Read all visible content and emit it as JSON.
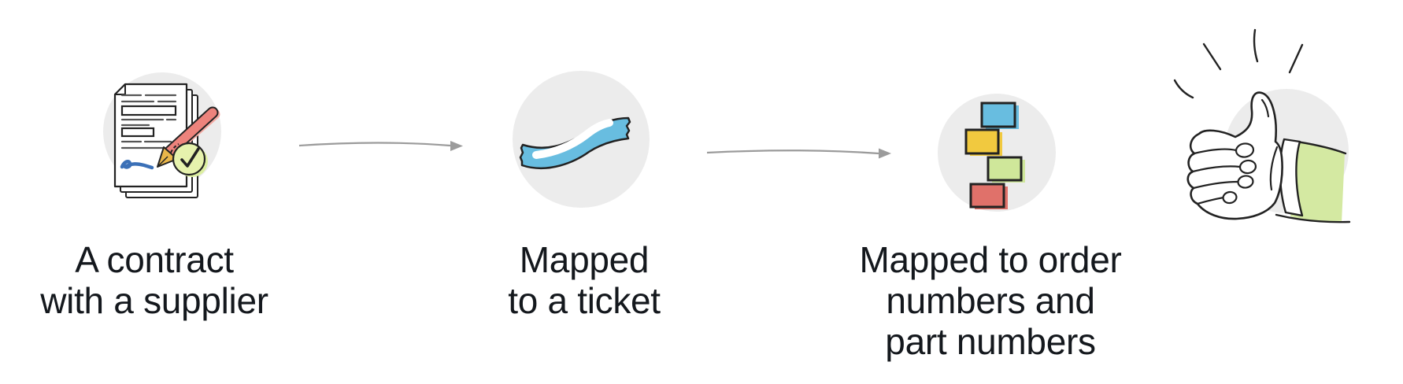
{
  "diagram": {
    "steps": [
      {
        "icon": "signed-contract-icon",
        "label_lines": [
          "A contract",
          "with a supplier"
        ]
      },
      {
        "icon": "ticket-ribbon-icon",
        "label_lines": [
          "Mapped",
          "to a ticket"
        ]
      },
      {
        "icon": "colored-blocks-icon",
        "label_lines": [
          "Mapped to order",
          "numbers and",
          "part numbers"
        ]
      },
      {
        "icon": "thumbs-up-icon",
        "label_lines": []
      }
    ],
    "connectors": [
      "right-arrow",
      "right-arrow"
    ]
  },
  "colors": {
    "background": "#ffffff",
    "circle-bg": "#ececec",
    "outline": "#222222",
    "page-line": "#555555",
    "text": "#14181d",
    "arrow": "#9b9b9b",
    "blue": "#68bde0",
    "yellow": "#f1c93f",
    "light-green": "#cfe79a",
    "check-green": "#e6f2ad",
    "check-shadow": "#dcefa0",
    "sleeve-green": "#d4e9a2",
    "red": "#e0716a",
    "pen-red": "#ed837c",
    "pen-shadow": "#f5aba4",
    "nib-gold": "#e9b64a",
    "signature-blue": "#3b70b7"
  }
}
